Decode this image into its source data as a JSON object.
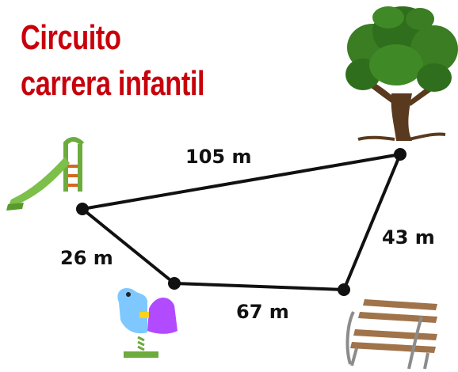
{
  "title": {
    "line1": "Circuito",
    "line2": "carrera infantil"
  },
  "colors": {
    "title": "#c8000c",
    "route": "#111111",
    "foliage": "#3a7d22",
    "trunk": "#5a3a1e",
    "slide": "#6cab3c",
    "slide_ladder": "#d2691e",
    "rocker_body": "#7ec8ff",
    "rocker_tail": "#b24bff",
    "bench_wood": "#a0734a",
    "bench_metal": "#8c8c8c"
  },
  "stations": [
    {
      "name": "slide",
      "icon": "slide-icon"
    },
    {
      "name": "tree",
      "icon": "tree-icon"
    },
    {
      "name": "bench",
      "icon": "bench-icon"
    },
    {
      "name": "spring-rider",
      "icon": "spring-rider-icon"
    }
  ],
  "segments": [
    {
      "from": "slide",
      "to": "tree",
      "label": "105 m"
    },
    {
      "from": "tree",
      "to": "bench",
      "label": "43 m"
    },
    {
      "from": "bench",
      "to": "spring-rider",
      "label": "67 m"
    },
    {
      "from": "spring-rider",
      "to": "slide",
      "label": "26 m"
    }
  ]
}
